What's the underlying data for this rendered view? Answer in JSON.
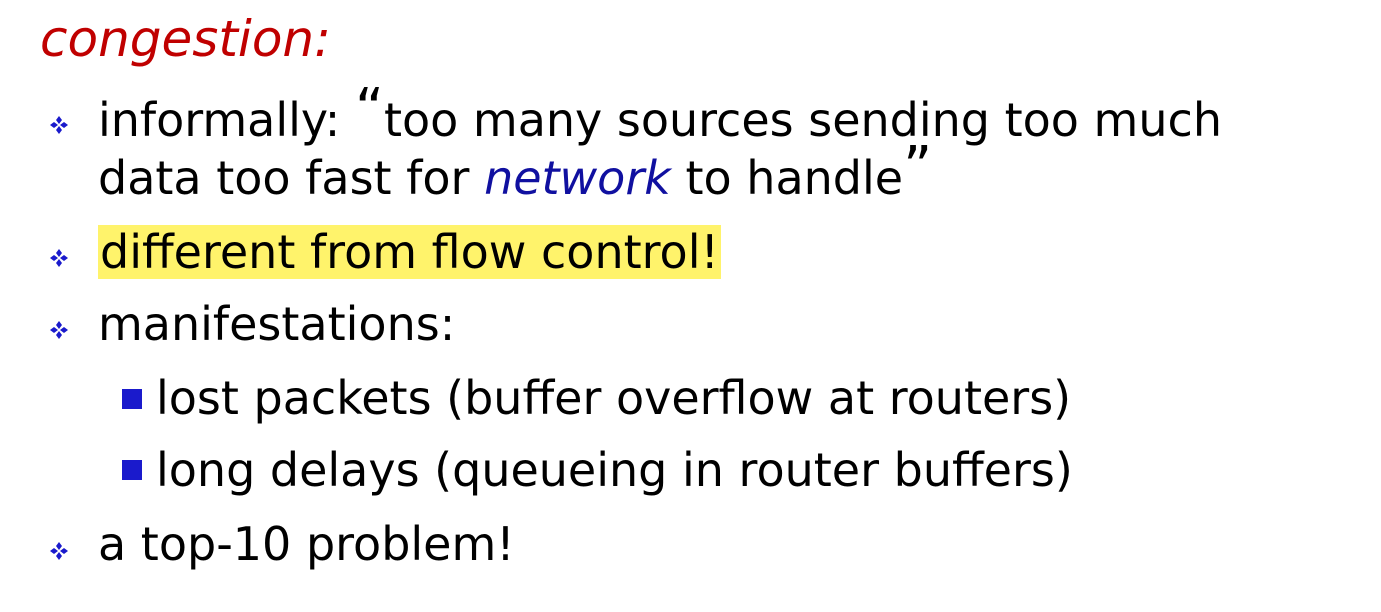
{
  "title": "congestion:",
  "bullets": {
    "b1_prefix": "informally: ",
    "b1_quote_open": "“",
    "b1_line1_rest": "too many sources sending too much",
    "b1_line2_start": "data too fast for ",
    "b1_line2_italic": "network",
    "b1_line2_end": " to handle",
    "b1_quote_close": "”",
    "b2": "different from flow control!",
    "b3": "manifestations:",
    "sub1": "lost packets (buffer overflow at routers)",
    "sub2": "long delays (queueing in router buffers)",
    "b4": "a top-10 problem!"
  },
  "colors": {
    "title": "#c00000",
    "diamond_bullet": "#1a1acc",
    "square_bullet": "#1a1acc",
    "highlight": "#fff36b",
    "emphasis_italic": "#1010a0"
  },
  "icons": {
    "top_bullet": "diamond-bullet-icon",
    "sub_bullet": "square-bullet-icon"
  }
}
